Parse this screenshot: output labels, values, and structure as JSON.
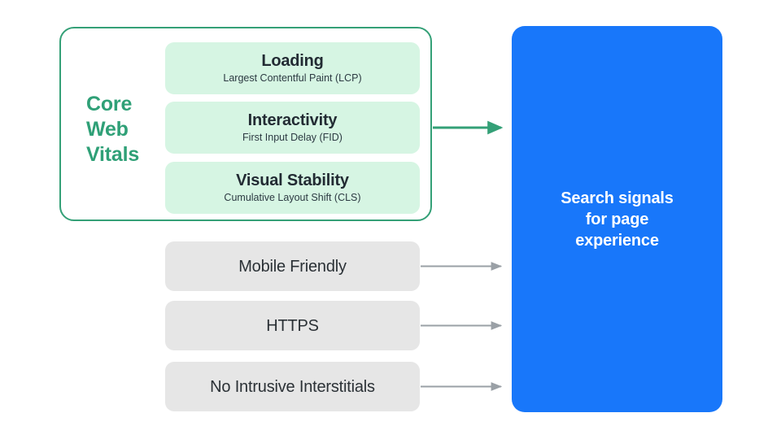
{
  "diagram": {
    "title_group": {
      "label": "Core\nWeb\nVitals",
      "border_color": "#34a077",
      "text_color": "#2fa077"
    },
    "metrics": [
      {
        "title": "Loading",
        "subtitle": "Largest Contentful Paint (LCP)",
        "fill_color": "#d6f5e3"
      },
      {
        "title": "Interactivity",
        "subtitle": "First Input Delay (FID)",
        "fill_color": "#d6f5e3"
      },
      {
        "title": "Visual Stability",
        "subtitle": "Cumulative Layout Shift (CLS)",
        "fill_color": "#d6f5e3"
      }
    ],
    "signals": [
      {
        "label": "Mobile Friendly",
        "fill_color": "#e6e6e6"
      },
      {
        "label": "HTTPS",
        "fill_color": "#e6e6e6"
      },
      {
        "label": "No Intrusive Interstitials",
        "fill_color": "#e6e6e6"
      }
    ],
    "destination": {
      "label": "Search signals\nfor page\nexperience",
      "fill_color": "#1877fa",
      "text_color": "#ffffff"
    },
    "arrows": {
      "core_web_vitals_arrow_color": "#34a077",
      "signal_arrow_color": "#9aa0a6"
    }
  }
}
